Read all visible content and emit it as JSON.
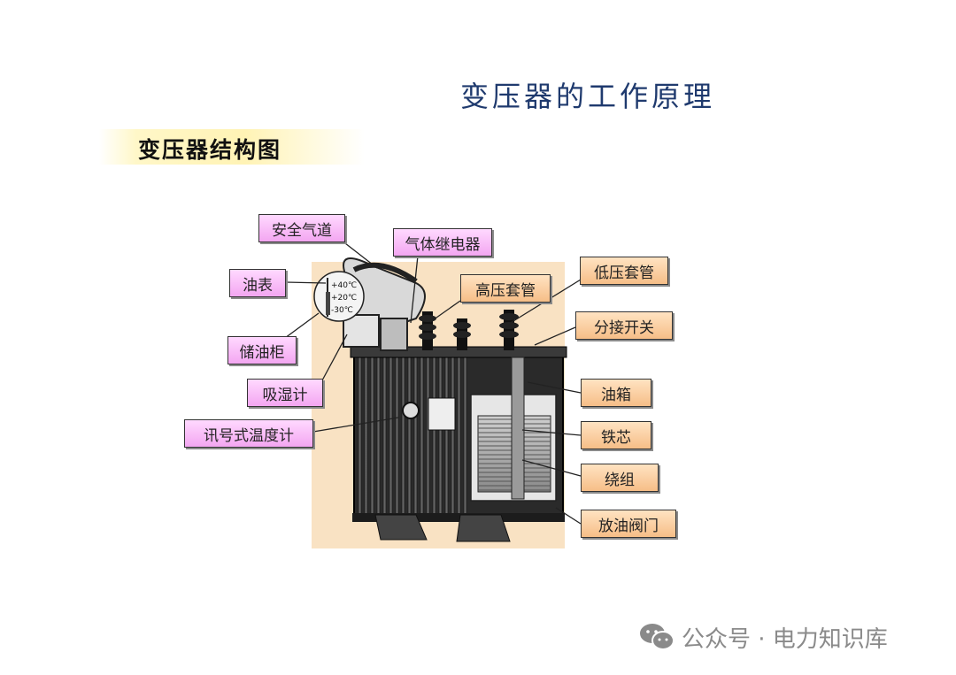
{
  "title": "变压器的工作原理",
  "subtitle": "变压器结构图",
  "labels_left": {
    "safety_airway": "安全气道",
    "oil_gauge": "油表",
    "conservator": "储油柜",
    "breather": "吸湿计",
    "signal_thermometer": "讯号式温度计",
    "gas_relay": "气体继电器"
  },
  "labels_right": {
    "hv_bushing": "高压套管",
    "lv_bushing": "低压套管",
    "tap_changer": "分接开关",
    "oil_tank": "油箱",
    "iron_core": "铁芯",
    "winding": "绕组",
    "drain_valve": "放油阀门"
  },
  "gauge_marks": [
    "+40℃",
    "+20℃",
    "-30℃"
  ],
  "watermark": {
    "text": "公众号 · 电力知识库",
    "icon": "wechat-icon"
  },
  "colors": {
    "title": "#1f3a6e",
    "pink_label": "#f3a6f1",
    "orange_label": "#f6be87",
    "photo_bg": "#f9e2c3"
  }
}
